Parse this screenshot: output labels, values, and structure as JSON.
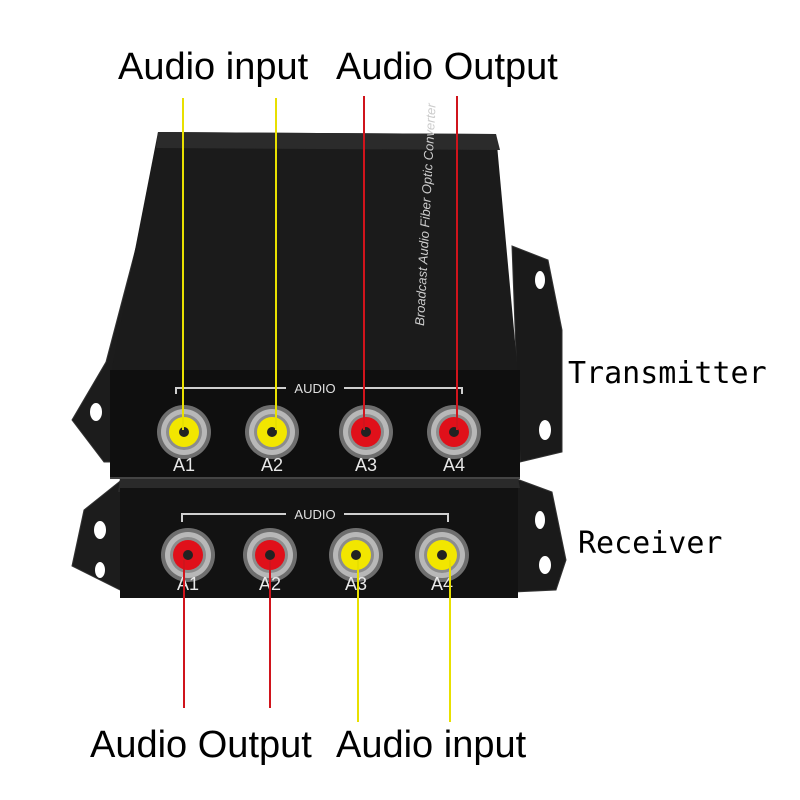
{
  "labels": {
    "top_left": "Audio input",
    "top_right": "Audio Output",
    "bottom_left": "Audio Output",
    "bottom_right": "Audio input",
    "transmitter": "Transmitter",
    "receiver": "Receiver"
  },
  "transmitter_unit": {
    "side_text": "Broadcast Audio Fiber Optic Converter",
    "group_label": "AUDIO",
    "ports": [
      {
        "label": "A1",
        "color": "#f2e600"
      },
      {
        "label": "A2",
        "color": "#f2e600"
      },
      {
        "label": "A3",
        "color": "#e0101a"
      },
      {
        "label": "A4",
        "color": "#e0101a"
      }
    ]
  },
  "receiver_unit": {
    "group_label": "AUDIO",
    "ports": [
      {
        "label": "A1",
        "color": "#e0101a"
      },
      {
        "label": "A2",
        "color": "#e0101a"
      },
      {
        "label": "A3",
        "color": "#f2e600"
      },
      {
        "label": "A4",
        "color": "#f2e600"
      }
    ]
  },
  "colors": {
    "yellow_line": "#e8e000",
    "red_line": "#d0141c",
    "housing": "#141414"
  }
}
